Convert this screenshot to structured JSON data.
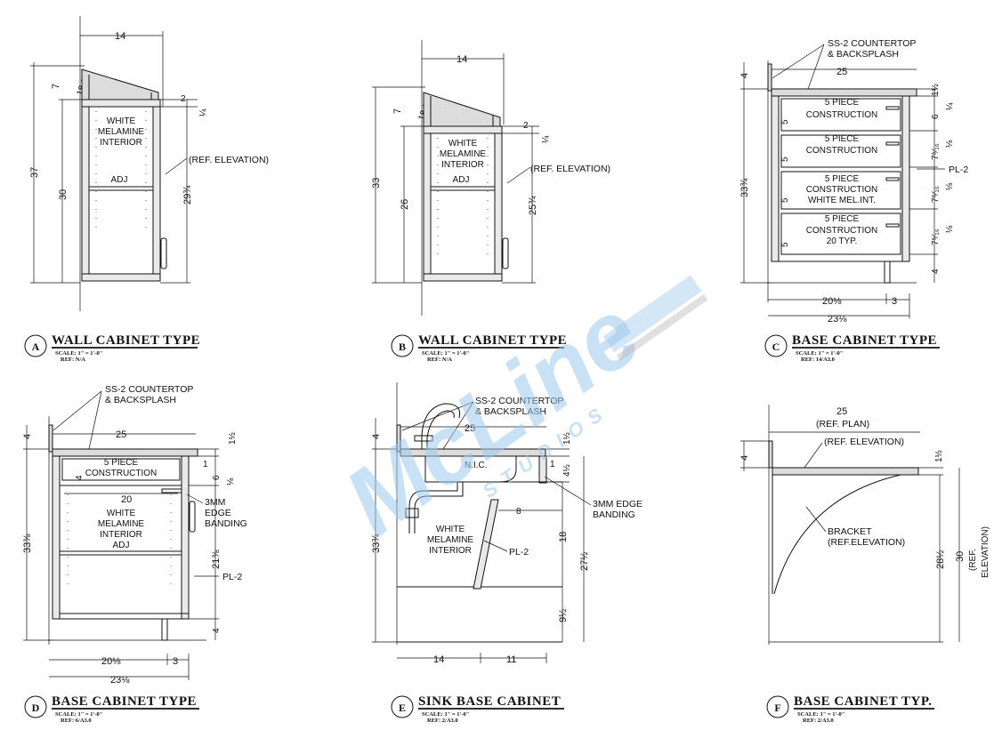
{
  "watermark": {
    "brand": "McLine",
    "sub": "STUDIOS"
  },
  "colors": {
    "line": "#111111",
    "watermark": "#9ec9ec"
  },
  "details": [
    {
      "tag": "A",
      "title": "WALL CABINET TYPE",
      "scale": "SCALE: 1\" = 1'-0\"",
      "ref": "REF: N/A",
      "dims": {
        "width": "14",
        "total_h": "37",
        "lower_h": "30",
        "slope_h": "7",
        "angle": "18.6°",
        "r_h": "29¾",
        "small": "2",
        "frac": "¼"
      },
      "notes": {
        "interior": [
          "WHITE",
          "MELAMINE",
          "INTERIOR"
        ],
        "adj": "ADJ",
        "ref_elev": "(REF. ELEVATION)"
      }
    },
    {
      "tag": "B",
      "title": "WALL CABINET TYPE",
      "scale": "SCALE: 1\" = 1'-0\"",
      "ref": "REF: N/A",
      "dims": {
        "width": "14",
        "total_h": "33",
        "lower_h": "26",
        "slope_h": "7",
        "angle": "18.6°",
        "r_h": "25¾",
        "small": "2",
        "frac": "¼"
      },
      "notes": {
        "interior": [
          "WHITE",
          "MELAMINE",
          "INTERIOR"
        ],
        "adj": "ADJ",
        "ref_elev": "(REF. ELEVATION)"
      }
    },
    {
      "tag": "C",
      "title": "BASE CABINET TYPE",
      "scale": "SCALE: 1\" = 1'-0\"",
      "ref": "REF: 14/A3.0",
      "dims": {
        "top": "25",
        "total_h": "33¾",
        "splash": "4",
        "ctop": "1½",
        "d1": "6",
        "d2": "7⁵⁄₁₆",
        "d3": "7⁵⁄₁₆",
        "d4": "7⁵⁄₁₆",
        "toe": "4",
        "bottom1": "20⅛",
        "bottom2": "3",
        "bottom3": "23⅛",
        "five": "5",
        "frac": "¼",
        "eighth": "⅛"
      },
      "notes": {
        "ctop": [
          "SS-2 COUNTERTOP",
          "& BACKSPLASH"
        ],
        "drawers": [
          "5 PIECE",
          "CONSTRUCTION",
          "5 PIECE",
          "CONSTRUCTION",
          "5 PIECE",
          "CONSTRUCTION",
          "WHITE MEL.INT.",
          "5 PIECE",
          "CONSTRUCTION",
          "20 TYP."
        ],
        "pl": "PL-2"
      }
    },
    {
      "tag": "D",
      "title": "BASE CABINET TYPE",
      "scale": "SCALE: 1\" = 1'-0\"",
      "ref": "REF: 6/A3.0",
      "dims": {
        "top": "25",
        "total_h": "33⅜",
        "splash": "4",
        "ctop": "1½",
        "d1": "1",
        "d2": "6",
        "d3": "21⅜",
        "toe": "4",
        "inner": "20",
        "bottom1": "20⅛",
        "bottom2": "3",
        "bottom3": "23⅛",
        "small4": "4",
        "eighth": "⅛"
      },
      "notes": {
        "ctop": [
          "SS-2 COUNTERTOP",
          "& BACKSPLASH"
        ],
        "drawer": [
          "5 PIECE",
          "CONSTRUCTION"
        ],
        "interior": [
          "WHITE",
          "MELAMINE",
          "INTERIOR",
          "ADJ"
        ],
        "edge": [
          "3MM",
          "EDGE",
          "BANDING"
        ],
        "pl": "PL-2"
      }
    },
    {
      "tag": "E",
      "title": "SINK BASE CABINET",
      "scale": "SCALE: 1\" = 1'-0\"",
      "ref": "REF: 2/A3.0",
      "dims": {
        "top": "25",
        "total_h": "33¾",
        "splash": "4",
        "ctop": "1½",
        "d1": "1",
        "d2": "4½",
        "d3": "8",
        "d4": "18",
        "d5": "27½",
        "d6": "9½",
        "bottom1": "14",
        "bottom2": "11"
      },
      "notes": {
        "ctop": [
          "SS-2 COUNTERTOP",
          "& BACKSPLASH"
        ],
        "nic": "N.I.C.",
        "interior": [
          "WHITE",
          "MELAMINE",
          "INTERIOR"
        ],
        "edge": [
          "3MM EDGE",
          "BANDING"
        ],
        "pl": "PL-2"
      }
    },
    {
      "tag": "F",
      "title": "BASE CABINET TYP.",
      "scale": "SCALE: 1\" = 1'-0\"",
      "ref": "REF: 2/A3.0",
      "dims": {
        "top": "25",
        "splash": "4",
        "ctop": "1½",
        "h1": "28½",
        "h2": "30"
      },
      "notes": {
        "plan": "(REF. PLAN)",
        "ref_elev": "(REF. ELEVATION)",
        "bracket": [
          "BRACKET",
          "(REF.ELEVATION)"
        ],
        "elev_v": [
          "(REF.",
          "ELEVATION)"
        ]
      }
    }
  ]
}
